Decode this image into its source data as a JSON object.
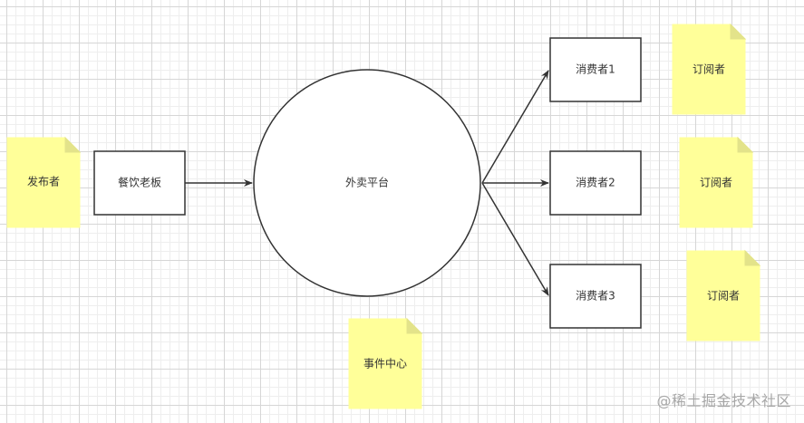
{
  "nodes": {
    "publisher_note": "发布者",
    "restaurant_owner": "餐饮老板",
    "platform": "外卖平台",
    "consumer_1": "消费者1",
    "consumer_2": "消费者2",
    "consumer_3": "消费者3",
    "subscriber_note_1": "订阅者",
    "subscriber_note_2": "订阅者",
    "subscriber_note_3": "订阅者",
    "event_center_note": "事件中心"
  },
  "watermark": "@稀土掘金技术社区",
  "colors": {
    "note_fill": "#ffff99",
    "note_fold": "#e3e38a",
    "stroke": "#333333",
    "text": "#333333"
  }
}
